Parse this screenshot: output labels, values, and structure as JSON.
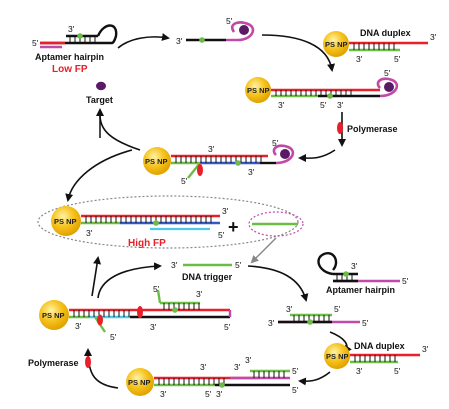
{
  "colors": {
    "np_gold": "#f6c21c",
    "red_strand": "#e8202a",
    "black_strand": "#111111",
    "blue_strand": "#3557c8",
    "green_strand": "#6cbd45",
    "magenta_loop": "#c04aa8",
    "cyan_strand": "#50c8e8",
    "label_red": "#e8202a",
    "target_purple": "#5b1a66"
  },
  "labels": {
    "aptamer_hairpin_top": "Aptamer hairpin",
    "low_fp": "Low FP",
    "target": "Target",
    "dna_duplex_top": "DNA duplex",
    "polymerase_top": "Polymerase",
    "high_fp": "High FP",
    "plus": "+",
    "dna_trigger": "DNA trigger",
    "aptamer_hairpin_bottom": "Aptamer hairpin",
    "dna_duplex_bottom": "DNA duplex",
    "polymerase_bottom": "Polymerase",
    "ps_np": "PS NP",
    "prime5": "5'",
    "prime3": "3'"
  }
}
